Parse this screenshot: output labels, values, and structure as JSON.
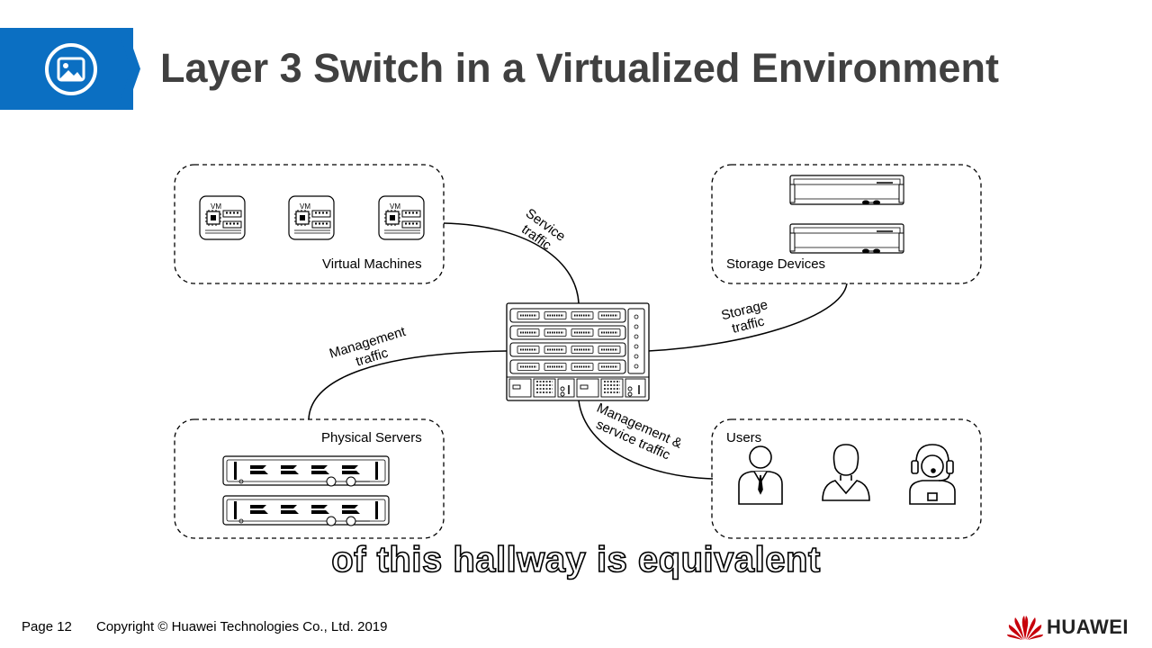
{
  "header": {
    "title": "Layer 3 Switch in a Virtualized Environment",
    "accent_color": "#0b6fc2",
    "icon": "image-icon"
  },
  "diagram": {
    "groups": {
      "virtual_machines": {
        "label": "Virtual Machines",
        "vm_tag": "VM",
        "count": 3
      },
      "storage_devices": {
        "label": "Storage Devices",
        "count": 2
      },
      "physical_servers": {
        "label": "Physical Servers",
        "count": 2
      },
      "users": {
        "label": "Users",
        "icons": [
          "male-user-icon",
          "female-user-icon",
          "support-agent-icon"
        ]
      }
    },
    "center_device": "switch-icon",
    "flows": {
      "service": {
        "line1": "Service",
        "line2": "traffic"
      },
      "storage": {
        "line1": "Storage",
        "line2": "traffic"
      },
      "management": {
        "line1": "Management",
        "line2": "traffic"
      },
      "mgmt_service": {
        "line1": "Management &",
        "line2": "service traffic"
      }
    }
  },
  "subtitle": "of this hallway is equivalent",
  "footer": {
    "page": "Page 12",
    "copyright": "Copyright © Huawei Technologies Co., Ltd. 2019",
    "brand": "HUAWEI",
    "brand_color": "#c7000b"
  }
}
